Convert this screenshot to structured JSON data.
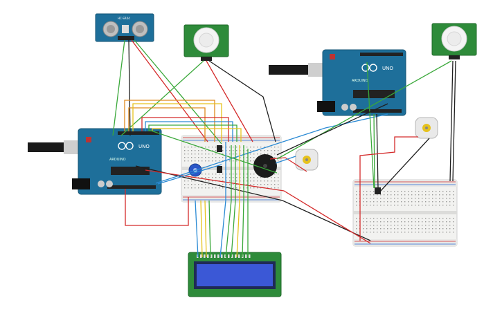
{
  "components": {
    "ultrasonic_sensor": {
      "label": "HC-SR04",
      "icon": "ultrasonic-sensor-icon"
    },
    "pir_sensor_1": {
      "icon": "pir-sensor-icon"
    },
    "pir_sensor_2": {
      "icon": "pir-sensor-icon"
    },
    "arduino_main": {
      "brand": "ARDUINO",
      "model": "UNO",
      "icon": "arduino-uno-icon"
    },
    "arduino_secondary": {
      "brand": "ARDUINO",
      "model": "UNO",
      "icon": "arduino-uno-icon"
    },
    "lcd": {
      "icon": "lcd-16x2-icon"
    },
    "buzzer": {
      "icon": "piezo-buzzer-icon"
    },
    "dc_motor_1": {
      "icon": "dc-motor-icon"
    },
    "dc_motor_2": {
      "icon": "dc-motor-icon"
    },
    "potentiometer": {
      "icon": "potentiometer-icon"
    },
    "breadboard_main": {
      "icon": "breadboard-icon"
    },
    "breadboard_secondary": {
      "icon": "breadboard-icon"
    }
  },
  "colors": {
    "wire_red": "#d42a2a",
    "wire_black": "#1f1f1f",
    "wire_green": "#3aa83a",
    "wire_orange": "#e08a1e",
    "wire_yellow": "#e6c21d",
    "wire_blue": "#2a8ad4",
    "board_teal": "#1e6f9a",
    "pcb_green": "#2e8b3a",
    "lcd_screen": "#3b58d6"
  }
}
